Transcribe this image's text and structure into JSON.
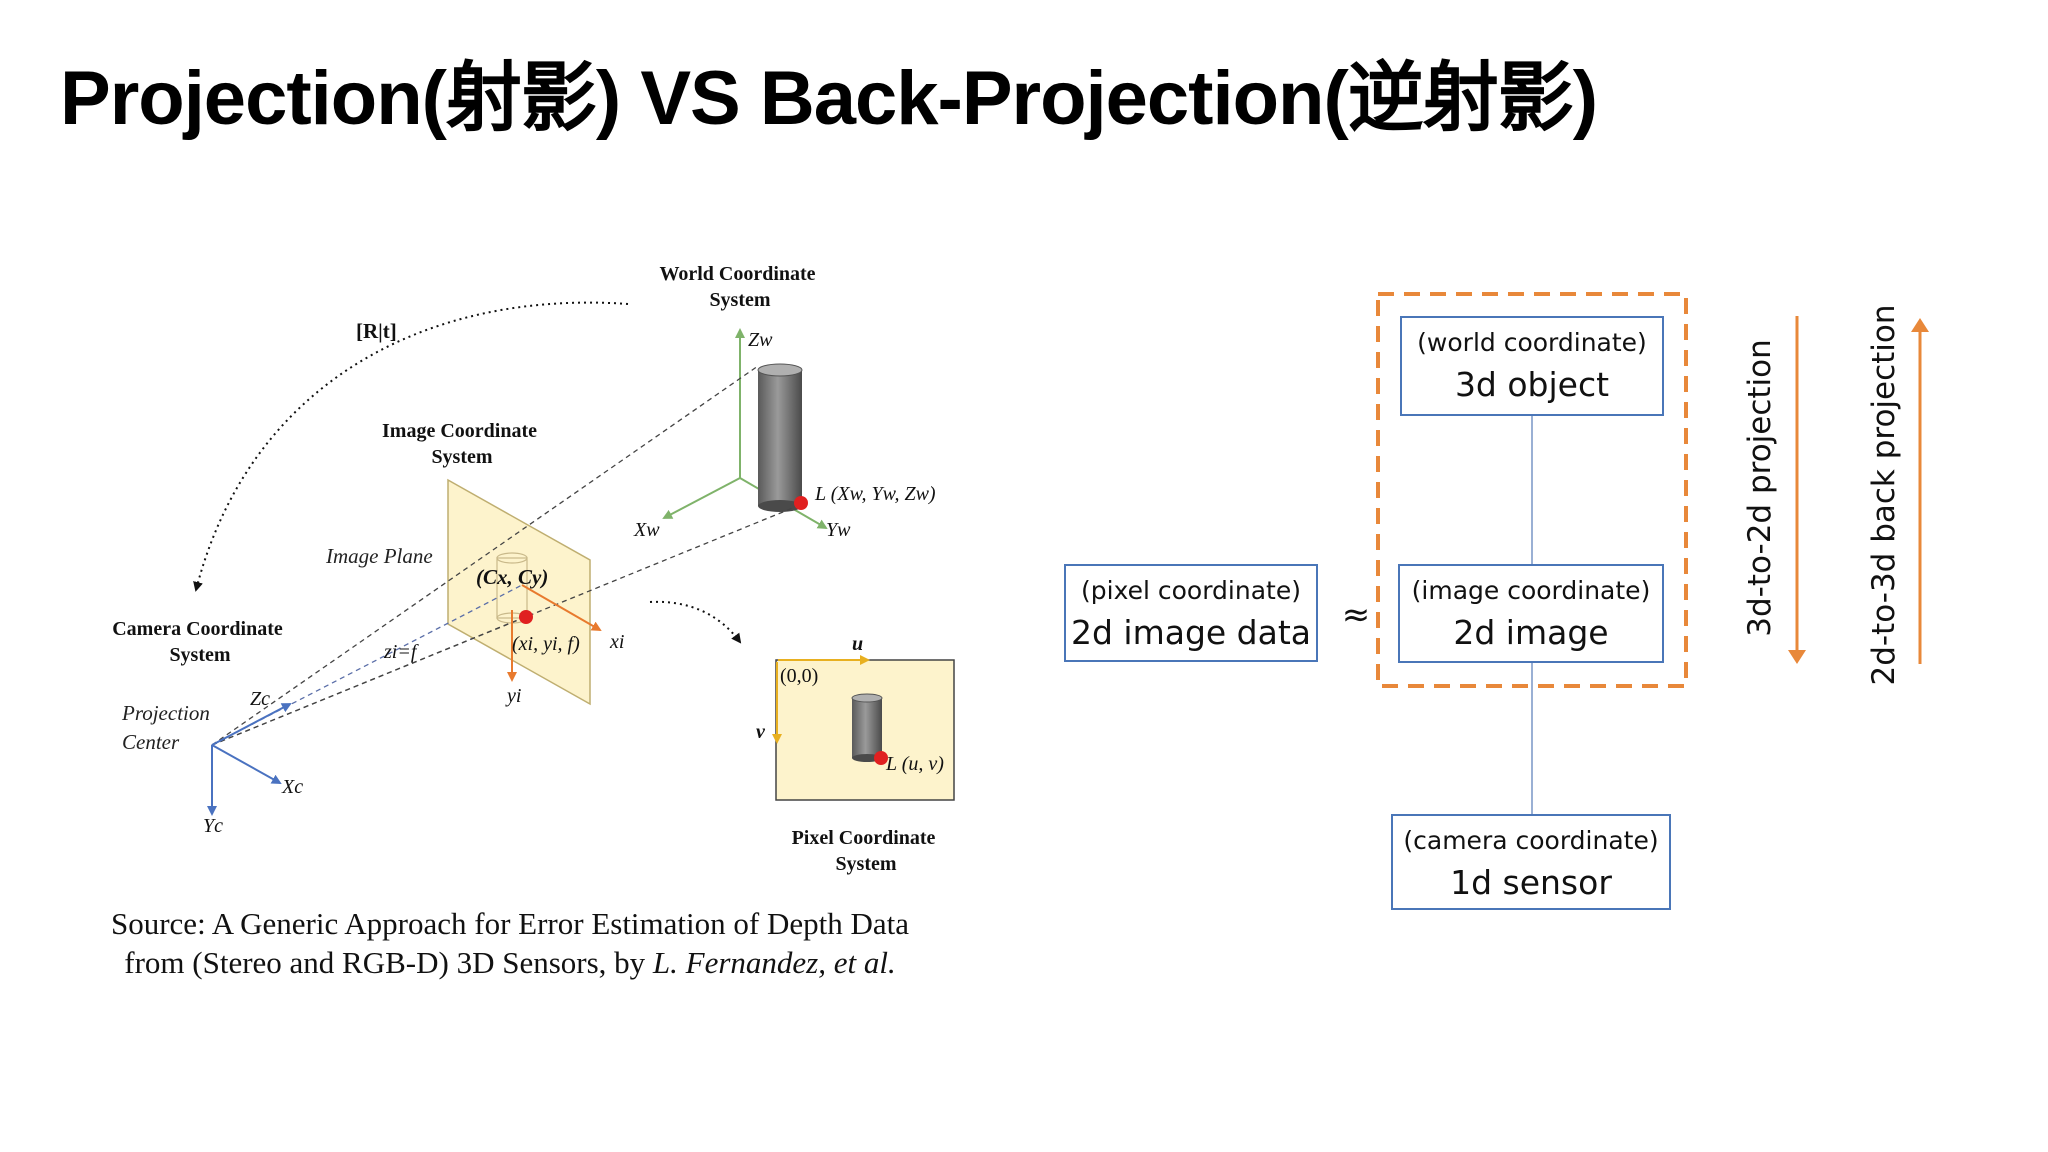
{
  "title": "Projection(射影) VS Back-Projection(逆射影)",
  "figure": {
    "world_system": [
      "World Coordinate",
      "System"
    ],
    "rt_label": "[R|t]",
    "image_system": [
      "Image Coordinate",
      "System"
    ],
    "image_plane": "Image Plane",
    "cx_cy": "(Cx, Cy)",
    "xi_yi_f": "(xi, yi, f)",
    "xi": "xi",
    "yi": "yi",
    "zi_f": "zi=f",
    "camera_system": [
      "Camera Coordinate",
      "System"
    ],
    "projection_center": [
      "Projection",
      "Center"
    ],
    "zc": "Zc",
    "xc": "Xc",
    "yc": "Yc",
    "zw": "Zw",
    "xw": "Xw",
    "yw": "Yw",
    "l_world": "L (Xw, Yw, Zw)",
    "pixel_origin": "(0,0)",
    "u": "u",
    "v": "v",
    "l_pixel": "L (u, v)",
    "pixel_system": [
      "Pixel Coordinate",
      "System"
    ]
  },
  "source": {
    "line1": "Source: A Generic Approach for Error Estimation of Depth Data",
    "line2_plain": "from (Stereo and RGB-D) 3D Sensors, by ",
    "line2_italic": "L. Fernandez, et al."
  },
  "diagram": {
    "boxes": {
      "world": {
        "small": "(world coordinate)",
        "big": "3d object"
      },
      "pixel": {
        "small": "(pixel coordinate)",
        "big": "2d image data"
      },
      "image": {
        "small": "(image coordinate)",
        "big": "2d image"
      },
      "camera": {
        "small": "(camera coordinate)",
        "big": "1d sensor"
      }
    },
    "approx": "≈",
    "projection_label": "3d-to-2d projection",
    "back_projection_label": "2d-to-3d back projection"
  },
  "colors": {
    "box_border": "#4a76b8",
    "dashed_frame": "#e8883a",
    "arrow": "#e8883a",
    "plane_fill": "#fdf3cc",
    "red_point": "#e02020",
    "green_axis": "#7fb36a",
    "blue_axis": "#4a72c0",
    "orange_axis": "#e87a2e"
  }
}
